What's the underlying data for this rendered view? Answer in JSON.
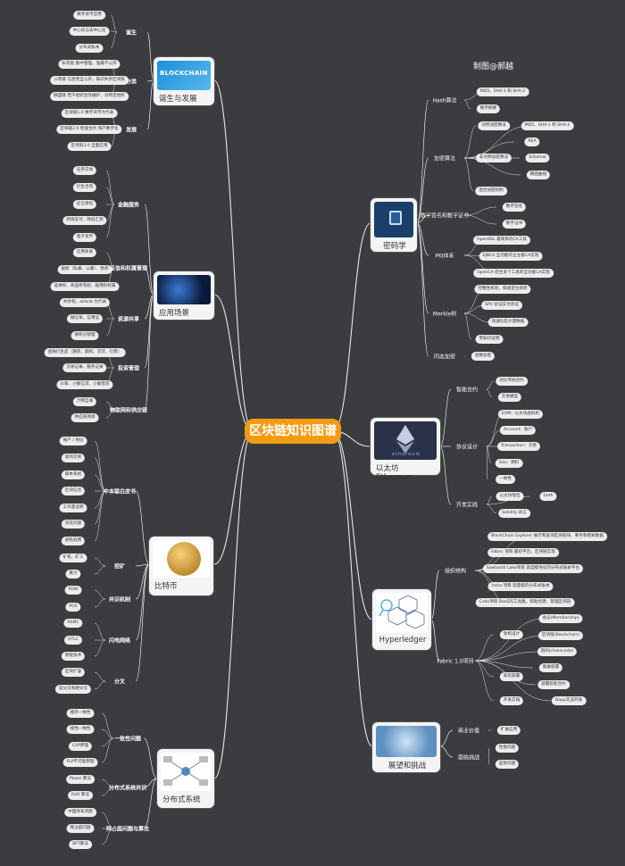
{
  "credit": "制图@郝越",
  "center": "区块链知识图谱",
  "left": {
    "birth": {
      "label": "诞生与发展",
      "logo": "BLOCKCHAIN",
      "cats": [
        {
          "label": "诞生",
          "items": [
            "数字货币应用",
            "中心化与去中心化",
            "分布式账本"
          ]
        },
        {
          "label": "分类",
          "items": [
            "私有链 集中管理，强最不公开",
            "公有链 信息完全公开，知识共享区块链",
            "联盟链 若干组织合作维护，对特定组织"
          ]
        },
        {
          "label": "发展",
          "items": [
            "区块链1.0 数字货币为代表",
            "区块链2.0 智能合约 资产数字化",
            "区块链3.0 全面应用"
          ]
        }
      ]
    },
    "apps": {
      "label": "应用场景",
      "cats": [
        {
          "label": "金融服务",
          "items": [
            "证券交易",
            "衍生合同",
            "征信保险",
            "跨境支付，降低汇款",
            "电子货币"
          ]
        },
        {
          "label": "征信和权属管理",
          "items": [
            "信用体系",
            "股权（私募、公募）、债券",
            "选举权、商品所有权、临用权权属"
          ]
        },
        {
          "label": "资源共享",
          "items": [
            "共享权，airbnb 为代表",
            "微信单，信用证",
            "微积分管理"
          ]
        },
        {
          "label": "投资管理",
          "items": [
            "金融衍生品（期货、期权、次贷、衍债）",
            "交易记录、服务记录",
            "众筹、小额信贷、小额借贷"
          ]
        },
        {
          "label": "物联网和供应链",
          "items": [
            "万物互联",
            "供应链溯源"
          ]
        }
      ]
    },
    "bitcoin": {
      "label": "比特币",
      "cats": [
        {
          "label": "中本聪白皮书",
          "items": [
            "账户 / 地址",
            "如何交易",
            "脚本系统",
            "区块信息",
            "工作量证明",
            "双花问题",
            "避免浪费"
          ]
        },
        {
          "label": "挖矿",
          "items": [
            "矿机、矿工",
            "算力"
          ]
        },
        {
          "label": "共识机制",
          "items": [
            "POW",
            "POS"
          ]
        },
        {
          "label": "闪电网络",
          "items": [
            "RSMC",
            "HTLC",
            "侧链技术"
          ]
        },
        {
          "label": "分叉",
          "items": [
            "区块扩容",
            "软分叉和硬分叉"
          ]
        }
      ]
    },
    "distributed": {
      "label": "分布式系统",
      "cats": [
        {
          "label": "一致性问题",
          "items": [
            "顺序一致性",
            "线性一致性",
            "CAP原理",
            "FLP不可能原理"
          ]
        },
        {
          "label": "分布式系统共识",
          "items": [
            "Paxos 算法",
            "Raft 算法"
          ]
        },
        {
          "label": "拜占庭问题与算法",
          "items": [
            "中国将军问题",
            "拜占庭问题",
            "BFT算法"
          ]
        }
      ]
    }
  },
  "right": {
    "crypto": {
      "label": "密码学",
      "cats": [
        {
          "label": "Hash算法",
          "items": [
            "MD5、SHA-1 和 SHA-2",
            "数字摘要"
          ]
        },
        {
          "label": "加密算法",
          "items": [
            "对称加密算法",
            "MD5、SHA-1 和 SHA-2",
            "非对称加密算法",
            "RSA",
            "ElGamal",
            "椭圆曲线",
            "混合加密机制"
          ]
        },
        {
          "label": "数字签名和数字证书",
          "items": [
            "数字签名",
            "数字证书"
          ]
        },
        {
          "label": "PKI体系",
          "items": [
            "OpenSSL 最简单的CA工具",
            "EJBCA 全功能的企业级CA实现",
            "OpenCA 结合多个工具的全功能CA实现"
          ]
        },
        {
          "label": "Merkle树",
          "items": [
            "完整性校验，快速定位修改",
            "SPV 验证支付验证",
            "快速比较大量数据",
            "零知识证明"
          ]
        },
        {
          "label": "同态加密",
          "items": [
            "函数加密"
          ]
        }
      ]
    },
    "ethereum": {
      "label": "以太坊 Ethereum",
      "logo": "ethereum",
      "cats": [
        {
          "label": "智能合约",
          "items": [
            "对比传统合约",
            "交易模型"
          ]
        },
        {
          "label": "协议设计",
          "items": [
            "EVM：以太坊虚拟机",
            "Account：账户",
            "Transaction：交易",
            "Gas：燃料",
            "一致性"
          ]
        },
        {
          "label": "开发实践",
          "items": [
            "以太坊钱包",
            "Geth",
            "Solidity 语言"
          ]
        }
      ]
    },
    "hyperledger": {
      "label": "Hyperledger",
      "cats": [
        {
          "label": "组织结构",
          "items": [
            "BlockChain Explorer 展示和查询区块链块、事务和相关数据",
            "Fabric 项目 最初平台，区块链实现",
            "Sawtooth Lake项目 高度模块化的分布式账本平台",
            "Iroha 项目 轻量级的分布式账本",
            "Cello项目 BaaS的工具集，帮助创建、管理区块链"
          ]
        },
        {
          "label": "Fabric 1.0项目",
          "items": [
            "架构设计",
            "会员(Membership)",
            "区块链(Blockchain)",
            "链码(chaincode)",
            "安装部署",
            "集群部署",
            "部署智能合约",
            "开发实践",
            "Dapp实战开发"
          ]
        }
      ]
    },
    "prospect": {
      "label": "展望和挑战",
      "cats": [
        {
          "label": "商业价值",
          "items": [
            "扩展应用"
          ]
        },
        {
          "label": "面临挑战",
          "items": [
            "性能问题",
            "监管问题"
          ]
        }
      ]
    }
  }
}
